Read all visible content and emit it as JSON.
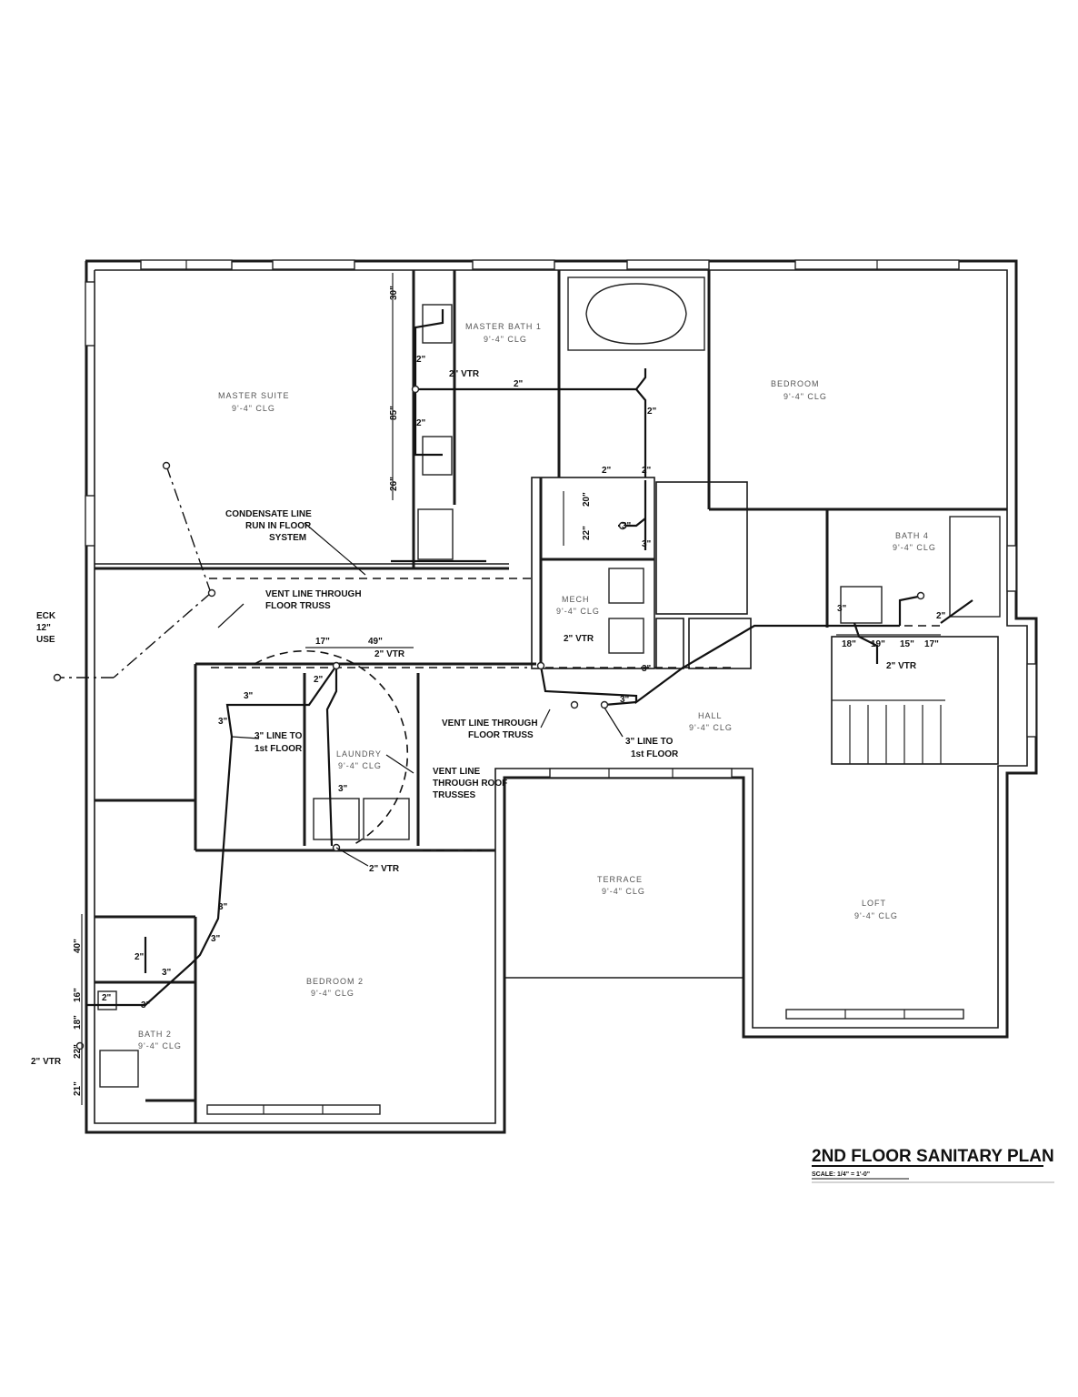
{
  "title": "2ND FLOOR SANITARY PLAN",
  "scale": "SCALE: 1/4\" = 1'-0\"",
  "rooms": {
    "master_suite": "MASTER SUITE",
    "master_suite_clg": "9'-4\" CLG",
    "master_bath": "MASTER BATH 1",
    "master_bath_clg": "9'-4\" CLG",
    "bedroom": "BEDROOM",
    "bedroom_clg": "9'-4\" CLG",
    "bath4": "BATH 4",
    "bath4_clg": "9'-4\" CLG",
    "mech": "MECH",
    "mech_clg": "9'-4\" CLG",
    "laundry": "LAUNDRY",
    "laundry_clg": "9'-4\" CLG",
    "hall": "HALL",
    "hall_clg": "9'-4\" CLG",
    "terrace": "TERRACE",
    "terrace_clg": "9'-4\" CLG",
    "loft": "LOFT",
    "loft_clg": "9'-4\" CLG",
    "bedroom2": "BEDROOM 2",
    "bedroom2_clg": "9'-4\" CLG",
    "bath2": "BATH 2",
    "bath2_clg": "9'-4\" CLG"
  },
  "notes": {
    "condensate_1": "CONDENSATE LINE",
    "condensate_2": "RUN IN FLOOR",
    "condensate_3": "SYSTEM",
    "vent_floor_a1": "VENT LINE THROUGH",
    "vent_floor_a2": "FLOOR TRUSS",
    "vent_floor_b1": "VENT LINE THROUGH",
    "vent_floor_b2": "FLOOR TRUSS",
    "vent_roof_1": "VENT LINE",
    "vent_roof_2": "THROUGH ROOF",
    "vent_roof_3": "TRUSSES",
    "line_first_a1": "3\" LINE TO",
    "line_first_a2": "1st FLOOR",
    "line_first_b1": "3\" LINE TO",
    "line_first_b2": "1st FLOOR",
    "left_edge_1": "ECK",
    "left_edge_2": "12\"",
    "left_edge_3": "USE"
  },
  "pipe_labels": {
    "vtr_master": "2\" VTR",
    "vtr_laundry_top": "2\" VTR",
    "vtr_mech": "2\" VTR",
    "vtr_laundry_bottom": "2\" VTR",
    "vtr_bath4": "2\" VTR",
    "vtr_bath2": "2\" VTR",
    "size_2_master_run": "2\"",
    "size_2_master_a": "2\"",
    "size_2_master_b": "2\"",
    "size_2_bath_right": "2\"",
    "size_2_tub_a": "2\"",
    "size_2_tub_b": "2\"",
    "size_3_mech": "3\"",
    "size_3_hall": "3\"",
    "size_3_hall_b": "3\"",
    "size_3_laundry_top": "3\"",
    "size_3_laundry_left": "3\"",
    "size_3_laundry_mid": "3\"",
    "size_3_bed2_a": "3\"",
    "size_3_bed2_b": "3\"",
    "size_3_bed2_c": "3\"",
    "size_3_bath2": "3\"",
    "size_2_bath2": "2\"",
    "size_2_bath2_b": "2\"",
    "size_2_laundry": "2\"",
    "size_2_b4": "2\"",
    "size_3_b4": "3\"",
    "size_3_mech_b": "3\""
  },
  "dimensions": {
    "d30": "30\"",
    "d85": "85\"",
    "d26": "26\"",
    "d20": "20\"",
    "d22": "22\"",
    "d17_laundry": "17\"",
    "d49": "49\"",
    "d18_bath4": "18\"",
    "d19": "19\"",
    "d15": "15\"",
    "d17_bath4": "17\"",
    "d40": "40\"",
    "d16": "16\"",
    "d18_bath2": "18\"",
    "d22_bath2": "22\"",
    "d21": "21\""
  }
}
